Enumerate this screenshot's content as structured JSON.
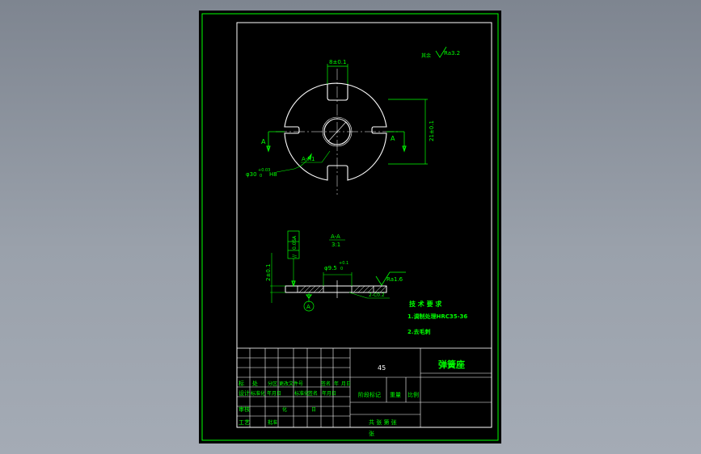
{
  "drawing": {
    "part_name": "弹簧座",
    "material": "45",
    "dimensions": {
      "slot_width": "8±0.1",
      "bore": "φ30",
      "bore_tol_upper": "+0.03",
      "bore_tol_lower": "0",
      "bore_fit": "H8",
      "height": "21±0.1",
      "section_mark": "A",
      "section_corner": "A-R1",
      "thickness": "2±0.1",
      "hole": "φ9.5",
      "hole_tol_upper": "+0.1",
      "hole_tol_lower": "0",
      "chamfer": "2-C0.2"
    },
    "roughness_general": "Ra3.2",
    "roughness_general_prefix": "其余",
    "roughness_face": "Ra1.6",
    "tolerance_frame": {
      "symbol": "//",
      "value": "0.05",
      "datum": "A"
    },
    "datum_label": "A",
    "section_view": {
      "title": "A-A",
      "scale": "3:1"
    },
    "tech_requirements": {
      "title": "技 术 要 求",
      "items": [
        "1.调制处理HRC35-36",
        "2.去毛刺"
      ]
    },
    "title_block": {
      "row1": [
        "标",
        "处",
        "分区",
        "更改文件号",
        "签名",
        "年",
        "月",
        "日"
      ],
      "row2": [
        "设计",
        "标准化",
        "年月日",
        "标准化",
        "签名",
        "年月日"
      ],
      "row3": [
        "审核",
        "",
        "化",
        "",
        "日"
      ],
      "row4": [
        "工艺",
        "",
        "批准",
        ""
      ],
      "stage_label": "阶段标记",
      "weight_label": "重量",
      "scale_label": "比例",
      "share_label": "共 张 第 张",
      "sheet_label": "张"
    }
  }
}
